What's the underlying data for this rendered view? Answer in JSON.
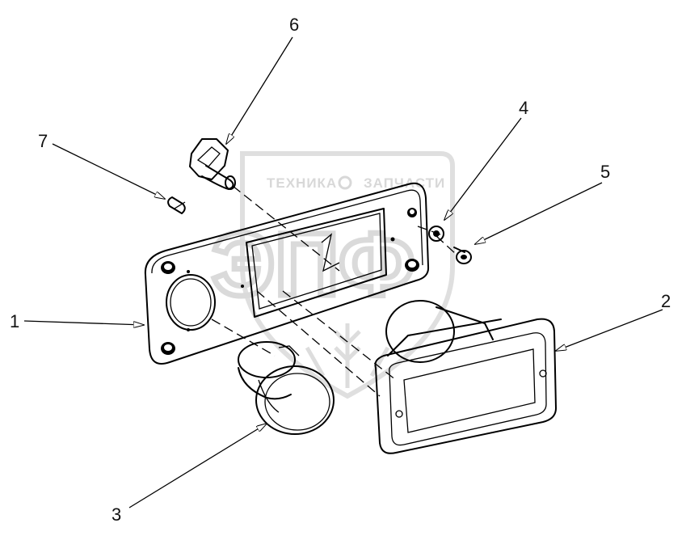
{
  "watermark": {
    "brand_left": "ТЕХНИКА",
    "brand_right": "ЗАПЧАСТИ",
    "logo_letters": "ЭПФ"
  },
  "callouts": [
    {
      "id": "1",
      "label": "1"
    },
    {
      "id": "2",
      "label": "2"
    },
    {
      "id": "3",
      "label": "3"
    },
    {
      "id": "4",
      "label": "4"
    },
    {
      "id": "5",
      "label": "5"
    },
    {
      "id": "6",
      "label": "6"
    },
    {
      "id": "7",
      "label": "7"
    }
  ]
}
